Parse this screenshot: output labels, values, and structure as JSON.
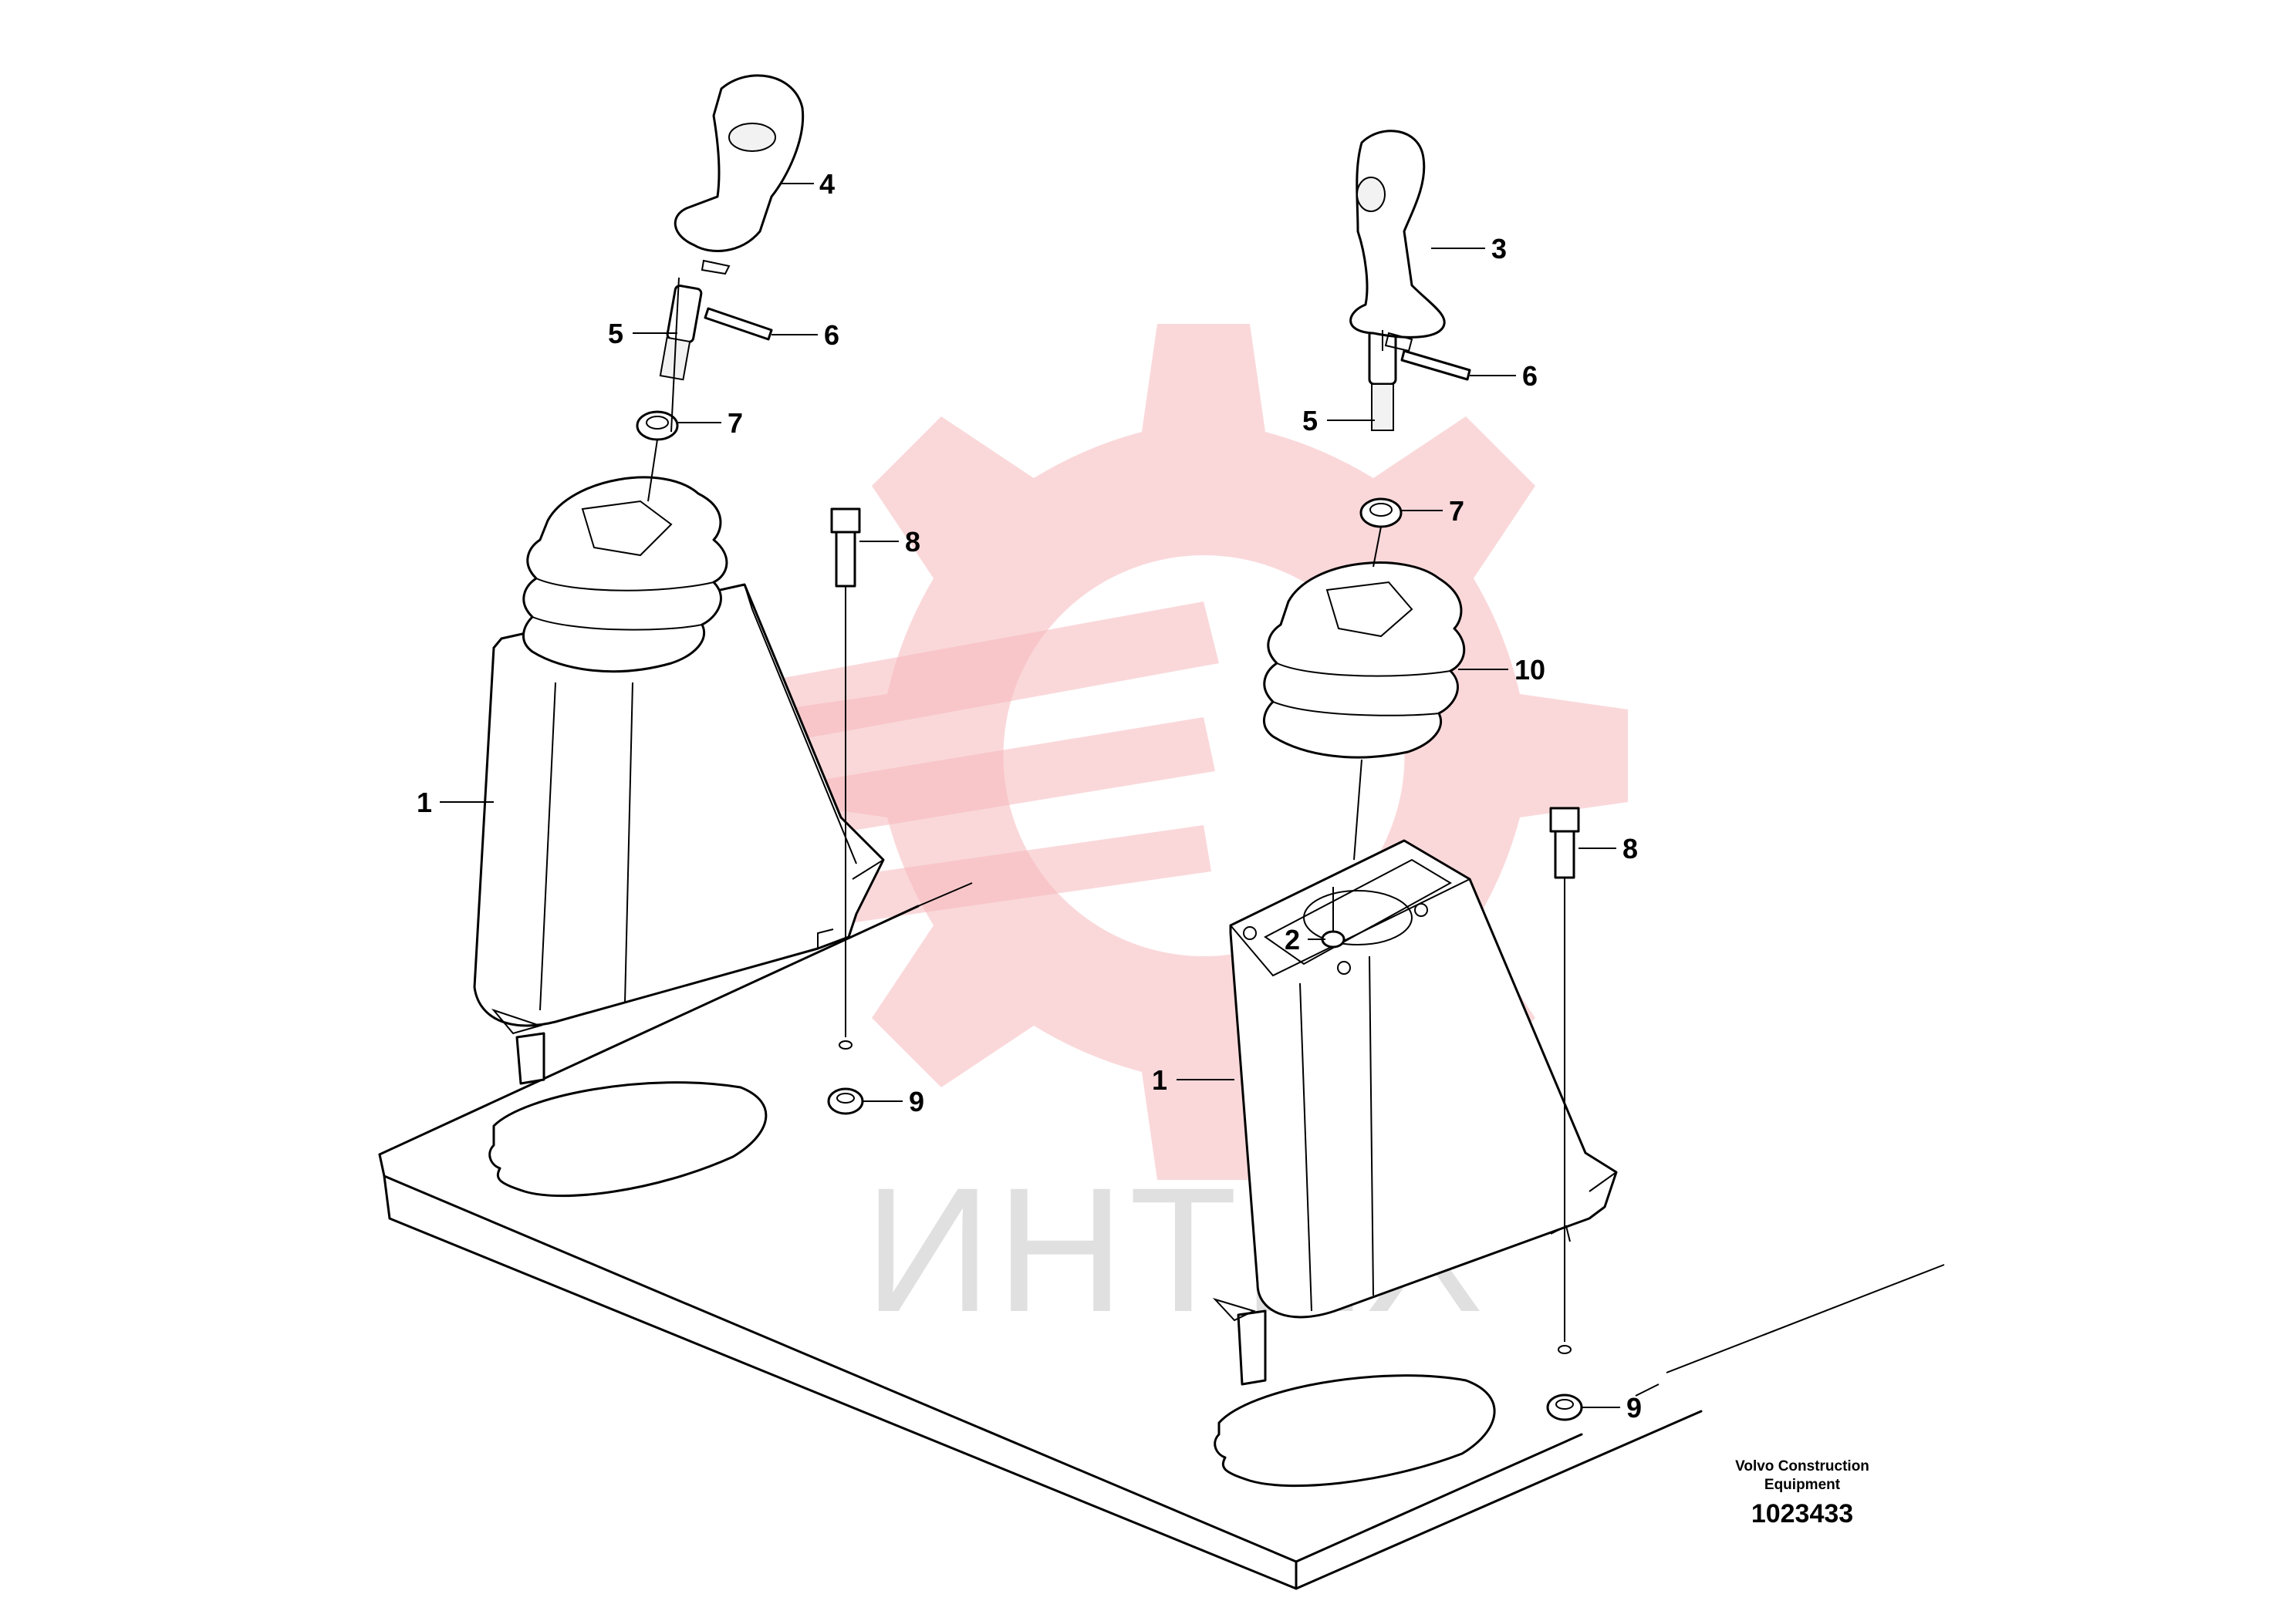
{
  "watermark": {
    "text": "ИНТЕХ",
    "color": "#f5b8bb"
  },
  "footer": {
    "manufacturer": "Volvo Construction Equipment",
    "document_number": "1023433"
  },
  "callouts": {
    "left_housing": "1",
    "right_housing": "1",
    "right_screw": "2",
    "right_handle": "3",
    "left_handle": "4",
    "left_shaft": "5",
    "right_shaft": "5",
    "left_pin": "6",
    "right_pin": "6",
    "left_nut": "7",
    "right_nut": "7",
    "left_bolt": "8",
    "right_bolt": "8",
    "left_bolt_nut": "9",
    "right_bolt_nut": "9",
    "right_boot": "10"
  }
}
